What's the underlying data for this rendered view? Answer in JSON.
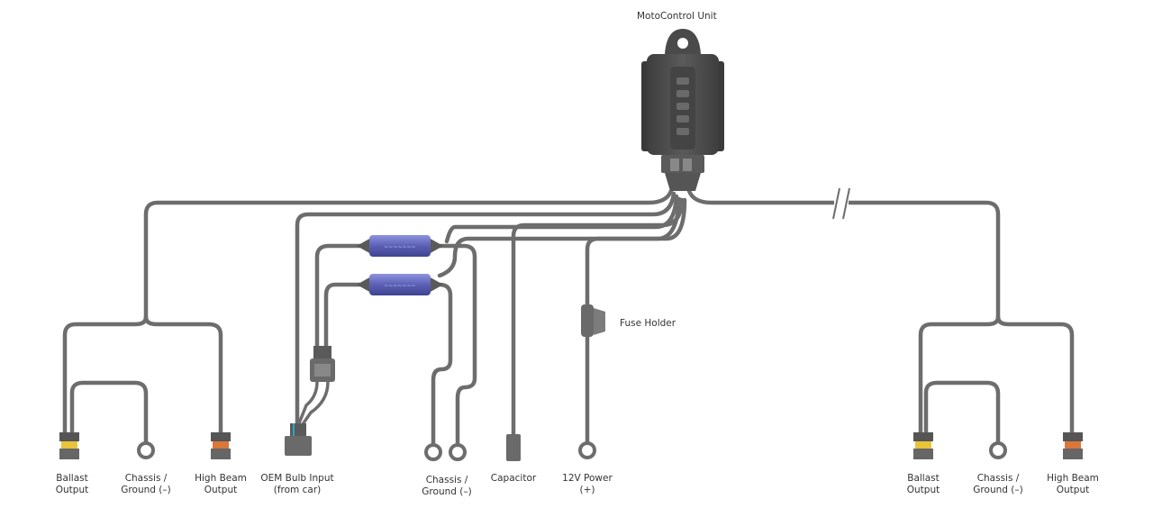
{
  "labels": {
    "unit": "MotoControl Unit",
    "fuse": "Fuse Holder",
    "ballast_left": [
      "Ballast",
      "Output"
    ],
    "chassis_left": [
      "Chassis /",
      "Ground (–)"
    ],
    "highbeam_left": [
      "High Beam",
      "Output"
    ],
    "oem_bulb": [
      "OEM Bulb Input",
      "(from car)"
    ],
    "chassis_mid": [
      "Chassis /",
      "Ground (–)"
    ],
    "capacitor": [
      "Capacitor"
    ],
    "power": [
      "12V Power",
      "(+)"
    ],
    "ballast_right": [
      "Ballast",
      "Output"
    ],
    "chassis_right": [
      "Chassis /",
      "Ground (–)"
    ],
    "highbeam_right": [
      "High Beam",
      "Output"
    ]
  },
  "colors": {
    "wire": "#6d6d6d",
    "unit_body": "#505050",
    "resistor": "#5b60b5",
    "connector_yellow": "#e8c43a",
    "connector_orange": "#d9783a",
    "text": "#333333"
  },
  "icons": [
    "control-unit-icon",
    "resistor-icon",
    "fuse-holder-icon",
    "ring-terminal-icon",
    "connector-icon",
    "bulb-plug-icon",
    "capacitor-icon",
    "wire-break-icon"
  ]
}
